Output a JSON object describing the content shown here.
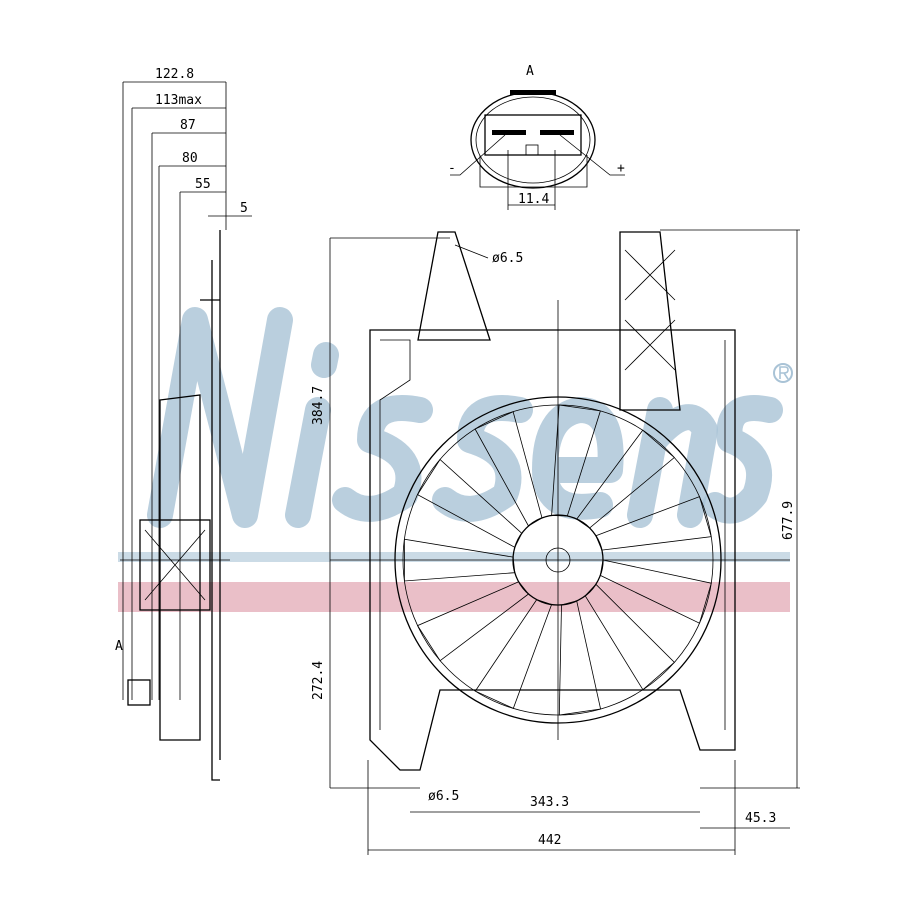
{
  "watermark": {
    "brand": "Nissens",
    "registered": "®",
    "color_blue": "#a9c3d6",
    "color_red": "#d98a9a"
  },
  "side_view": {
    "dimensions": [
      "122.8",
      "113max",
      "87",
      "80",
      "55",
      "5"
    ],
    "view_marker": "A"
  },
  "connector_detail": {
    "title": "A",
    "minus_label": "-",
    "plus_label": "+",
    "pin_spacing": "11.4"
  },
  "front_view": {
    "dimensions": {
      "hole_top": "ø6.5",
      "upper_height": "384.7",
      "lower_height": "272.4",
      "total_height": "677.9",
      "hole_bottom": "ø6.5",
      "mount_span": "343.3",
      "offset": "45.3",
      "total_width": "442"
    }
  }
}
